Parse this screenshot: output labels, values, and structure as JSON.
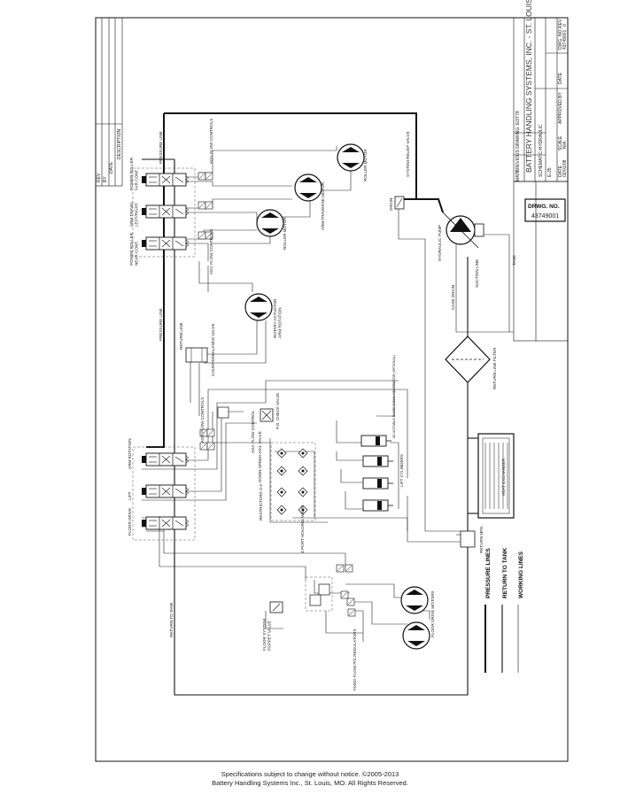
{
  "title_block": {
    "company": "BATTERY HANDLING SYSTEMS, INC. - ST. LOUIS, MO",
    "drawing_title": "SCHEMATIC-HYDRAULIC",
    "drawing_subtitle": "PREVIOUS DRAWING: EOT78",
    "dash_numbers": "E-35",
    "labels": {
      "date": "DATE",
      "drawn_by": "BY",
      "scale": "SCALE",
      "approved_by": "APPROVED BY",
      "date2": "DATE",
      "dwg_no": "DWG. NO.",
      "rev": "REV",
      "matl": "MAT'L"
    },
    "values": {
      "date": "02/01/08",
      "drawn_by": "JGC",
      "scale": "N/A",
      "rev": "0",
      "dwg_no": "43749001"
    },
    "drwg_no_label": "DRWG. NO.",
    "drwg_no_value": "43749001"
  },
  "revision_block": {
    "rev": "REV",
    "by": "BY",
    "date": "DATE",
    "desc": "DESCRIPTION"
  },
  "labels": {
    "power_roller_far": "POWER ROLLER\nFAR CONT.",
    "arm_travel": "ARM TRAVEL\nLEFT/RIGHT",
    "power_roller_near": "POWER ROLLER\nNEAR CONT.",
    "adj_flow_controls_1": "ADJ. FLOW CONTROLS",
    "adj_flow_controls_2": "ADJ. FLOW CONTROLS",
    "adj_flow_controls_3": "ADJ. FLOW CONTROLS",
    "adj_flow_control": "ADJ. FLOW CONTROL",
    "roller_motor_1": "ROLLER MOTOR",
    "roller_motor_2": "ROLLER MOTOR",
    "arm_traverse_motor": "ARM TRAVERSE MOTOR",
    "rotary_actuator": "ROTARY ACTUATOR\nARM ROTATION",
    "pressure_line_1": "PRESSURE LINE",
    "pressure_line_2": "PRESSURE LINE",
    "return_line": "RETURN LINE",
    "counterbalance_valve": "COUNTERBALANCE VALVE",
    "arm_rotation": "ARM ROTATION",
    "lift": "LIFT",
    "floor_drive": "FLOOR DRIVE",
    "down_speed_adj": "DOWN SPEED ADJ. VALVE",
    "check_valve": "P.O. CHECK VALVE",
    "orifices": "RESTRICTORS 4-3",
    "lift_cylinders": "LIFT CYLINDERS",
    "bleed_note": "ADJUSTABLE BLEED-DOWN RESTRICTOR (OPTIONAL)",
    "mid_hold_valve": "4-PORT HOLDING VALVE",
    "floor_drive_motors": "FLOOR DRIVE MOTORS",
    "fixed_flow_regulators": "FIXED FLOW P/C REGULATORS",
    "floor_system_poppet": "FLOOR SYSTEM\nPOPPET VALVE",
    "return_to_tank_line": "RETURN TO TANK",
    "return_mfd": "RETURN MFD.",
    "heat_exchanger": "HEAT EXCHANGER",
    "return_line_filter": "RETURN LINE FILTER",
    "case_drain": "CASE DRAIN",
    "suction_line": "SUCTION LINE",
    "hydraulic_pump": "HYDRAULIC PUMP",
    "tank": "TANK",
    "drain": "DRAIN",
    "system_relief": "SYSTEM RELIEF VALVE"
  },
  "legend": [
    {
      "label": "PRESSURE LINES",
      "style": "heavy"
    },
    {
      "label": "RETURN TO TANK",
      "style": "medium"
    },
    {
      "label": "WORKING LINES",
      "style": "thin"
    }
  ],
  "footer": {
    "line1": "Specifications subject to change without notice. ©2005-2013",
    "line2": "Battery Handling Systems Inc., St. Louis, MO.  All Rights Reserved."
  }
}
